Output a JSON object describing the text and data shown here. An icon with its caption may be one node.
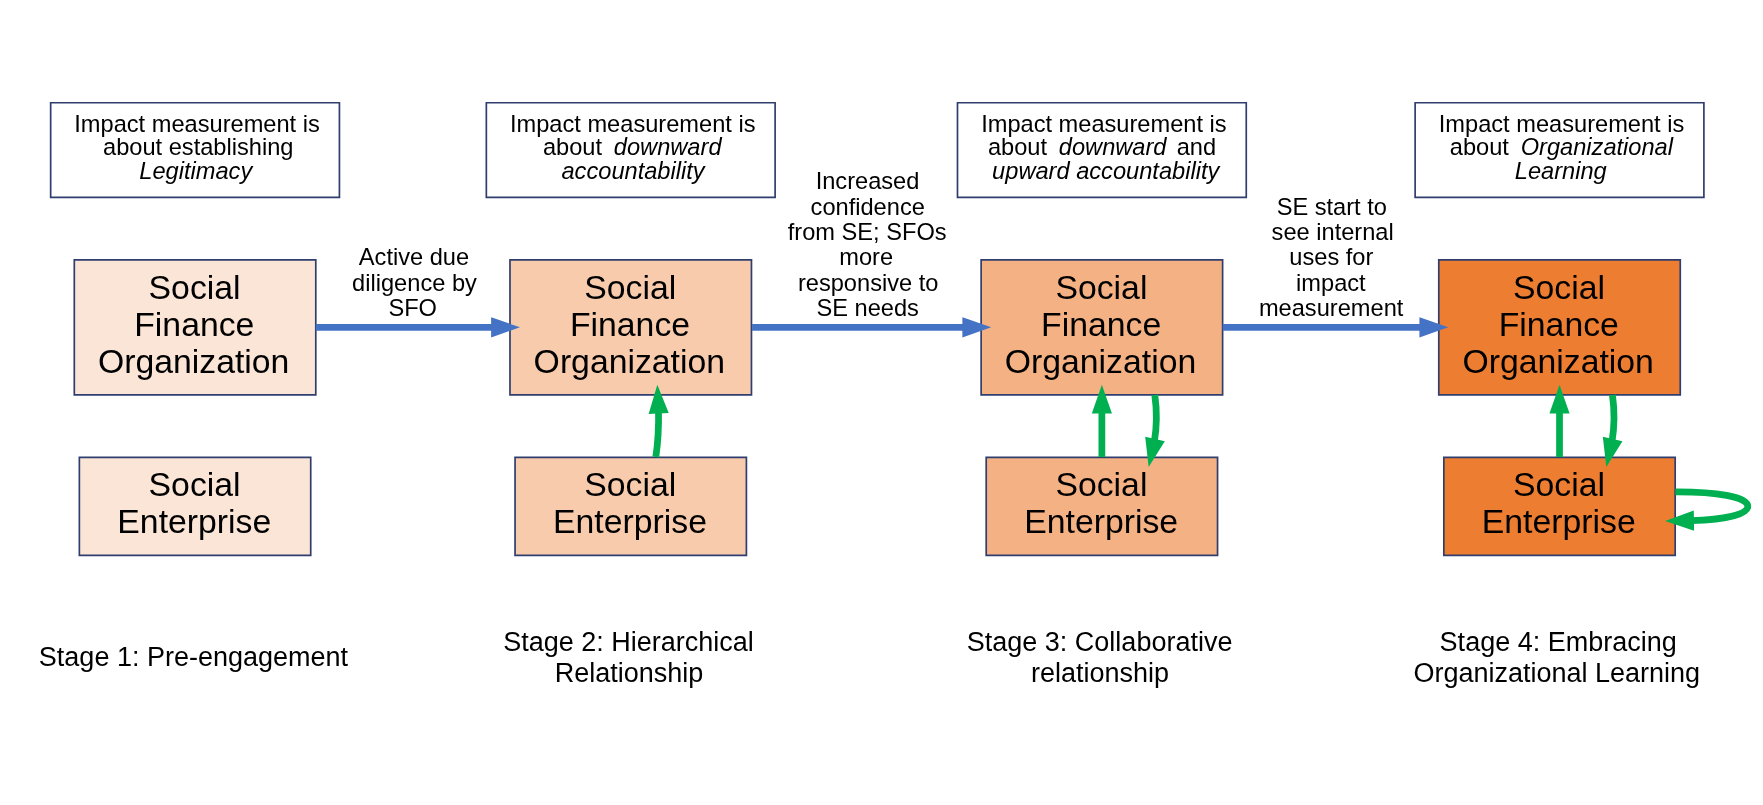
{
  "diagram": {
    "nodes": [
      {
        "text": [
          "Impact measurement is about establishing *Legitimacy*"
        ]
      },
      {
        "text": [
          "Social Finance Organization"
        ]
      },
      {
        "text": [
          "Social Enterprise"
        ]
      },
      {
        "text": [
          "Impact measurement is about *downward accountability*"
        ]
      },
      {
        "text": [
          "Social Finance Organization"
        ]
      },
      {
        "text": [
          "Social Enterprise"
        ]
      },
      {
        "text": [
          "Impact measurement is about *downward* and *upward accountability*"
        ]
      },
      {
        "text": [
          "Social Finance Organization"
        ]
      },
      {
        "text": [
          "Social Enterprise"
        ]
      },
      {
        "text": [
          "Impact measurement is about *Organizational Learning*"
        ]
      },
      {
        "text": [
          "Social Finance Organization"
        ]
      },
      {
        "text": [
          "Social Enterprise"
        ]
      }
    ],
    "edges": [
      {
        "from": 1,
        "to": 4,
        "arrow": "to",
        "label": "Active due diligence by SFO",
        "color": "#4472c4"
      },
      {
        "from": 5,
        "to": 4,
        "arrow": "to"
      },
      {
        "from": 4,
        "to": 7,
        "arrow": "to",
        "label": "Increased confidence from SE; SFOs more responsive to SE needs",
        "color": "#4472c4"
      },
      {
        "from": 8,
        "to": 7,
        "arrow": "to"
      },
      {
        "from": 7,
        "to": 8,
        "arrow": "to"
      },
      {
        "from": 7,
        "to": 10,
        "arrow": "to",
        "label": "SE start to see internal uses for impact measurement",
        "color": "#4472c4"
      },
      {
        "from": 11,
        "to": 10,
        "arrow": "to"
      },
      {
        "from": 10,
        "to": 11,
        "arrow": "to"
      },
      {
        "from": 11,
        "to": 11,
        "arrow": "to"
      }
    ],
    "labels": [
      "Stage 1: Pre-engagement",
      "Stage 2: Hierarchical Relationship",
      "Stage 3: Collaborative relationship",
      "Stage 4: Embracing Organizational Learning"
    ]
  }
}
